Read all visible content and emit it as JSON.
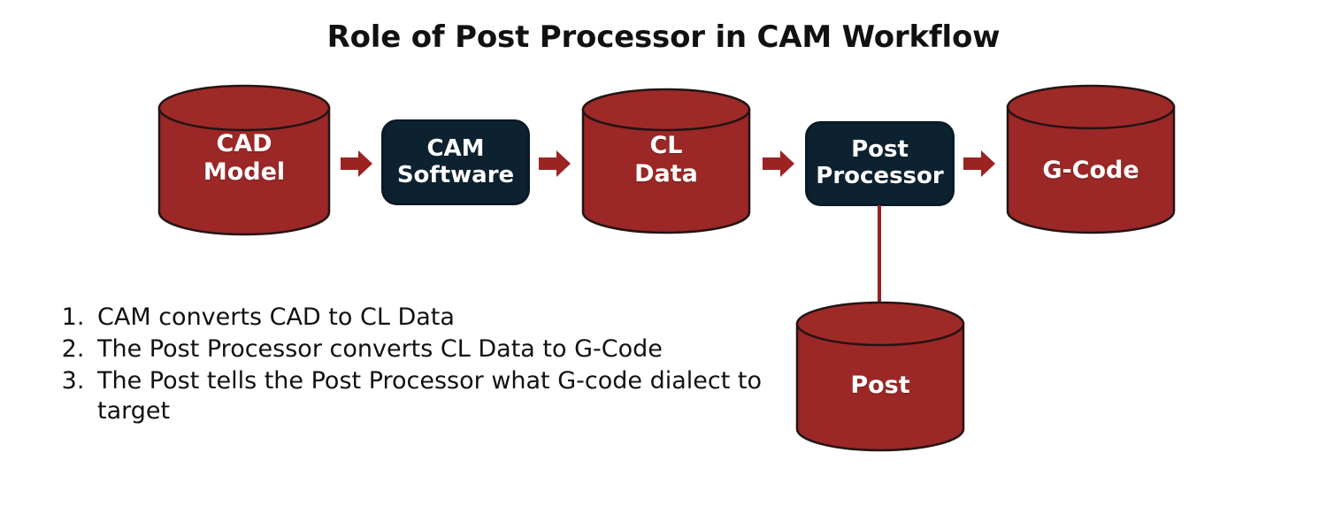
{
  "title": "Role of Post Processor in CAM Workflow",
  "colors": {
    "cylinder_fill": "#9B2726",
    "cylinder_top": "#9E2A28",
    "cylinder_stroke": "#231414",
    "box_fill": "#0D2231",
    "box_stroke": "#0A1A26",
    "arrow_fill": "#9B2423",
    "connector": "#8E2423",
    "text_light": "#FFFFFF",
    "text_dark": "#111111",
    "background": "#FFFFFF"
  },
  "nodes": [
    {
      "id": "cad-model",
      "shape": "cylinder",
      "label": "CAD\nModel"
    },
    {
      "id": "cam-software",
      "shape": "box",
      "label": "CAM\nSoftware"
    },
    {
      "id": "cl-data",
      "shape": "cylinder",
      "label": "CL\nData"
    },
    {
      "id": "post-processor",
      "shape": "box",
      "label": "Post\nProcessor"
    },
    {
      "id": "g-code",
      "shape": "cylinder",
      "label": "G-Code"
    },
    {
      "id": "post",
      "shape": "cylinder",
      "label": "Post"
    }
  ],
  "arrows": [
    {
      "id": "arrow-cad-to-cam",
      "from": "cad-model",
      "to": "cam-software"
    },
    {
      "id": "arrow-cam-to-cldata",
      "from": "cam-software",
      "to": "cl-data"
    },
    {
      "id": "arrow-cldata-to-post",
      "from": "cl-data",
      "to": "post-processor"
    },
    {
      "id": "arrow-post-to-gcode",
      "from": "post-processor",
      "to": "g-code"
    }
  ],
  "connectors": [
    {
      "id": "post-to-post-processor",
      "from": "post-processor",
      "to": "post",
      "style": "line"
    }
  ],
  "notes": [
    "CAM converts CAD to CL Data",
    "The Post Processor converts CL Data to G-Code",
    "The Post tells the Post Processor what G-code dialect to target"
  ]
}
